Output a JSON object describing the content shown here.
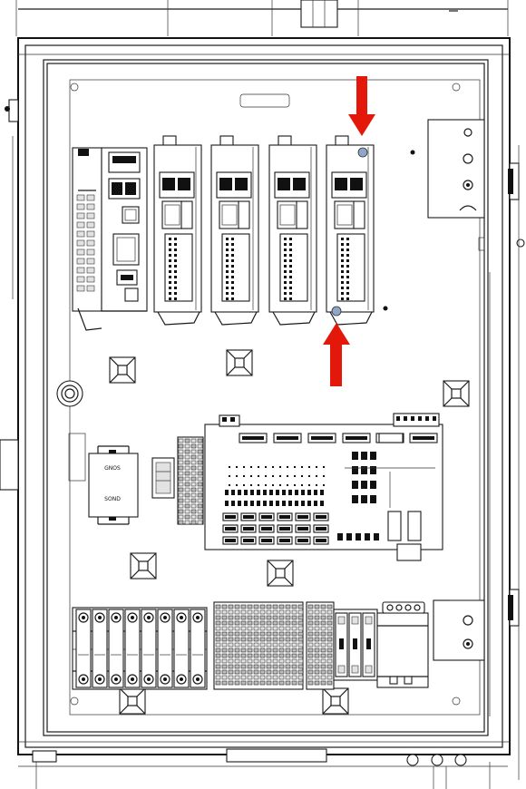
{
  "diagram": {
    "accent_color": "#e3170a",
    "marker_color": "#8fa6c9",
    "drive_count": 4,
    "breaker_count": 8,
    "callouts": [
      {
        "name": "arrow-down-callout",
        "direction": "down"
      },
      {
        "name": "arrow-up-callout",
        "direction": "up"
      }
    ],
    "text": {
      "filter_label_top": "GNOS",
      "filter_label_bottom": "SOND"
    }
  }
}
